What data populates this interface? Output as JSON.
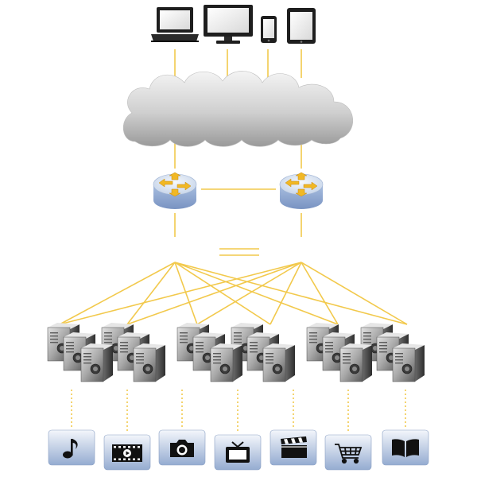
{
  "diagram": {
    "kind": "network-architecture",
    "colors": {
      "link": "#f2c94c",
      "cloud_light": "#f2f2f2",
      "cloud_dark": "#9a9a9a",
      "router_top": "#dfe8f3",
      "router_side": "#8ea9d3",
      "router_arrow": "#f1b824",
      "server_light": "#d8d8d8",
      "server_dark": "#3b3b3b",
      "service_tile_top": "#eef3fb",
      "service_tile_bottom": "#9eb5d6",
      "glyph": "#111111"
    },
    "client_devices": [
      {
        "name": "laptop",
        "icon": "laptop-icon"
      },
      {
        "name": "desktop-monitor",
        "icon": "monitor-icon"
      },
      {
        "name": "smartphone",
        "icon": "smartphone-icon"
      },
      {
        "name": "tablet",
        "icon": "tablet-icon"
      }
    ],
    "internet": {
      "icon": "cloud-icon"
    },
    "routers": [
      {
        "name": "router-left",
        "icon": "router-icon"
      },
      {
        "name": "router-right",
        "icon": "router-icon"
      }
    ],
    "server_clusters": [
      {
        "name": "cluster-left",
        "servers": 6
      },
      {
        "name": "cluster-middle",
        "servers": 6
      },
      {
        "name": "cluster-right",
        "servers": 6
      }
    ],
    "services": [
      {
        "name": "music",
        "icon": "music-note-icon"
      },
      {
        "name": "video",
        "icon": "film-play-icon"
      },
      {
        "name": "photos",
        "icon": "camera-icon"
      },
      {
        "name": "television",
        "icon": "tv-icon"
      },
      {
        "name": "movies",
        "icon": "clapperboard-icon"
      },
      {
        "name": "shopping",
        "icon": "shopping-cart-icon"
      },
      {
        "name": "books",
        "icon": "open-book-icon"
      }
    ]
  }
}
